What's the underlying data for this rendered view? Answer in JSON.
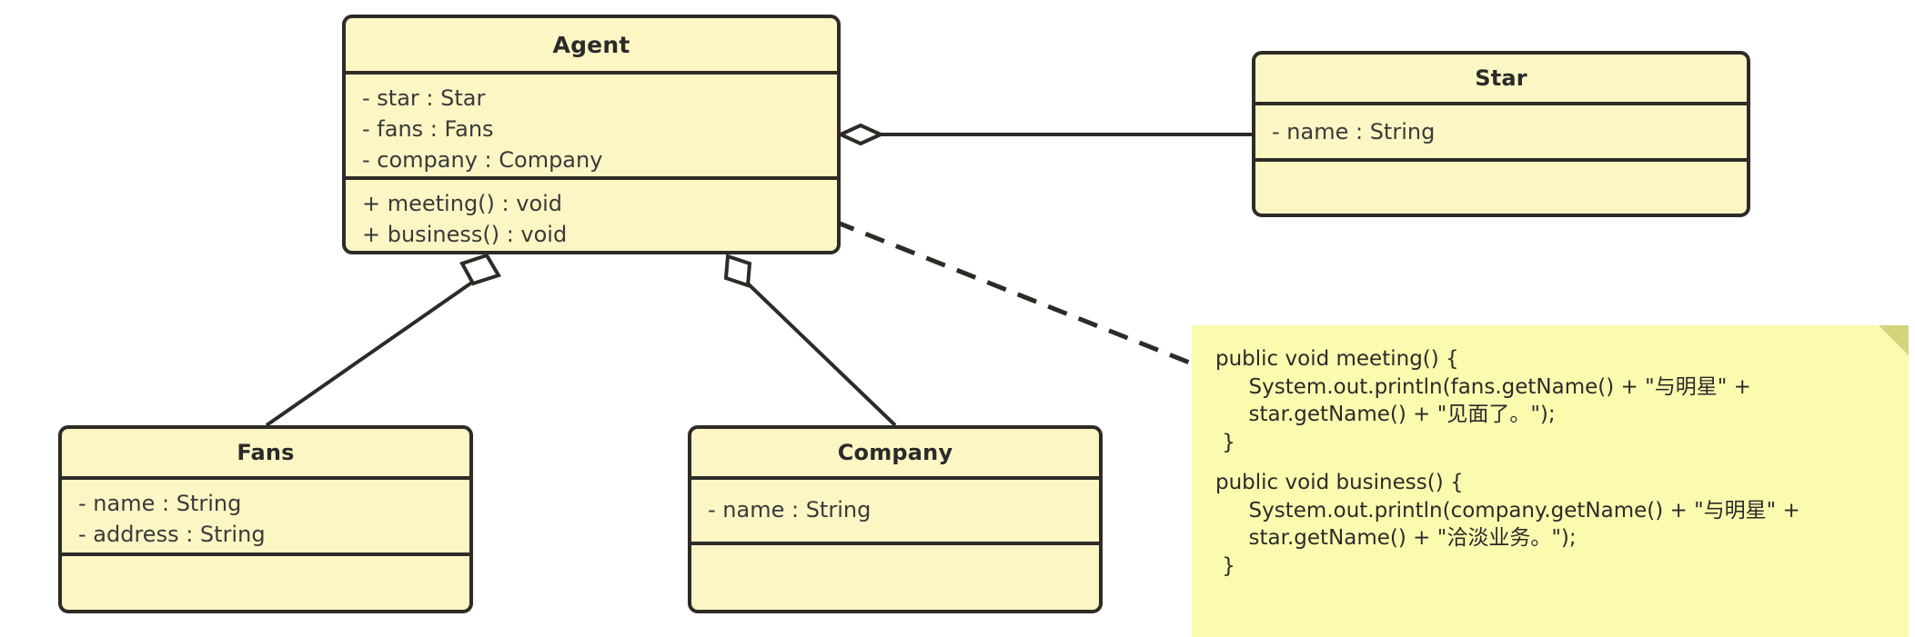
{
  "diagram": {
    "type": "uml-class-diagram",
    "background": "#ffffff",
    "colors": {
      "class_fill": "#FCF6C4",
      "class_border": "#2E2B27",
      "note_fill": "#FBFBAF",
      "note_fold": "#D6D47B",
      "connector": "#2E2B27"
    }
  },
  "classes": {
    "agent": {
      "name": "Agent",
      "attributes": [
        "- star : Star",
        "- fans : Fans",
        "- company : Company"
      ],
      "operations": [
        "+ meeting() : void",
        "+ business() : void"
      ]
    },
    "star": {
      "name": "Star",
      "attributes": [
        "- name : String"
      ],
      "operations": []
    },
    "fans": {
      "name": "Fans",
      "attributes": [
        "- name : String",
        "- address : String"
      ],
      "operations": []
    },
    "company": {
      "name": "Company",
      "attributes": [
        "- name : String"
      ],
      "operations": []
    }
  },
  "relationships": [
    {
      "from": "Agent",
      "to": "Star",
      "type": "aggregation",
      "style": "solid"
    },
    {
      "from": "Agent",
      "to": "Fans",
      "type": "aggregation",
      "style": "solid"
    },
    {
      "from": "Agent",
      "to": "Company",
      "type": "aggregation",
      "style": "solid"
    },
    {
      "from": "Agent",
      "to": "code-note",
      "type": "note-anchor",
      "style": "dashed"
    }
  ],
  "note": {
    "lines": [
      "public void meeting() {",
      "     System.out.println(fans.getName() + \"与明星\" +",
      "     star.getName() + \"见面了。\");",
      " }",
      "",
      "public void business() {",
      "     System.out.println(company.getName() + \"与明星\" +",
      "     star.getName() + \"洽淡业务。\");",
      " }"
    ]
  }
}
